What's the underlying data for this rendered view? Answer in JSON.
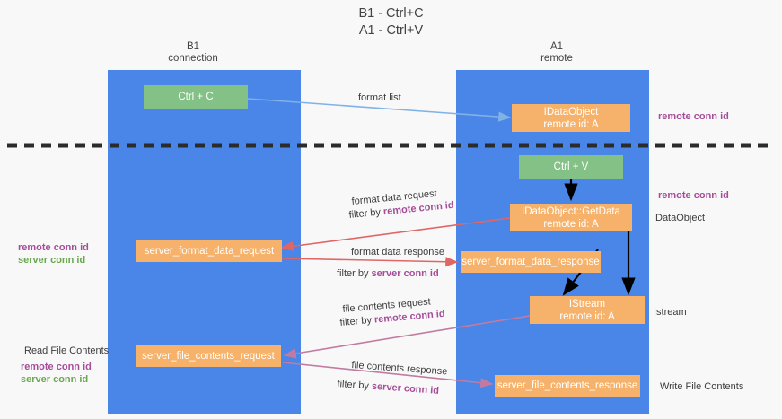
{
  "title": {
    "line1": "B1 - Ctrl+C",
    "line2": "A1 - Ctrl+V"
  },
  "columns": [
    {
      "name": "B1",
      "role": "connection"
    },
    {
      "name": "A1",
      "role": "remote"
    }
  ],
  "colors": {
    "lane": "#4a86e8",
    "green_box": "#84c187",
    "orange_box": "#f6b26b",
    "purple_text": "#a64d9a",
    "green_text": "#6aa84f",
    "arrow_blue": "#7fb2e5",
    "arrow_red": "#e06666",
    "arrow_magenta": "#c27ba0",
    "arrow_black": "#000000",
    "background": "#f8f8f8"
  },
  "boxes": {
    "ctrl_c": "Ctrl + C",
    "ctrl_v": "Ctrl + V",
    "idataobject_l1": "IDataObject",
    "idataobject_l2": "remote id: A",
    "getdata_l1": "IDataObject::GetData",
    "getdata_l2": "remote id: A",
    "server_format_data_request": "server_format_data_request",
    "server_format_data_response": "server_format_data_response",
    "istream_l1": "IStream",
    "istream_l2": "remote id: A",
    "server_file_contents_request": "server_file_contents_request",
    "server_file_contents_response": "server_file_contents_response"
  },
  "edge_labels": {
    "format_list": "format list",
    "format_data_request": "format data request",
    "format_data_request_filter_prefix": "filter by ",
    "format_data_request_filter_key": "remote conn id",
    "format_data_response": "format data response",
    "format_data_response_filter_prefix": "filter by ",
    "format_data_response_filter_key": "server conn id",
    "file_contents_request": "file contents request",
    "file_contents_request_filter_prefix": "filter by ",
    "file_contents_request_filter_key": "remote conn id",
    "file_contents_response": "file contents response",
    "file_contents_response_filter_prefix": "filter by ",
    "file_contents_response_filter_key": "server conn id"
  },
  "right_notes": {
    "remote_conn_id_top": "remote conn id",
    "remote_conn_id_mid": "remote conn id",
    "dataobject": "DataObject",
    "istream": "Istream",
    "write_file_contents": "Write File Contents"
  },
  "left_notes": {
    "remote_conn_id_1": "remote conn id",
    "server_conn_id_1": "server conn id",
    "read_file_contents": "Read File Contents",
    "remote_conn_id_2": "remote conn id",
    "server_conn_id_2": "server conn id"
  }
}
